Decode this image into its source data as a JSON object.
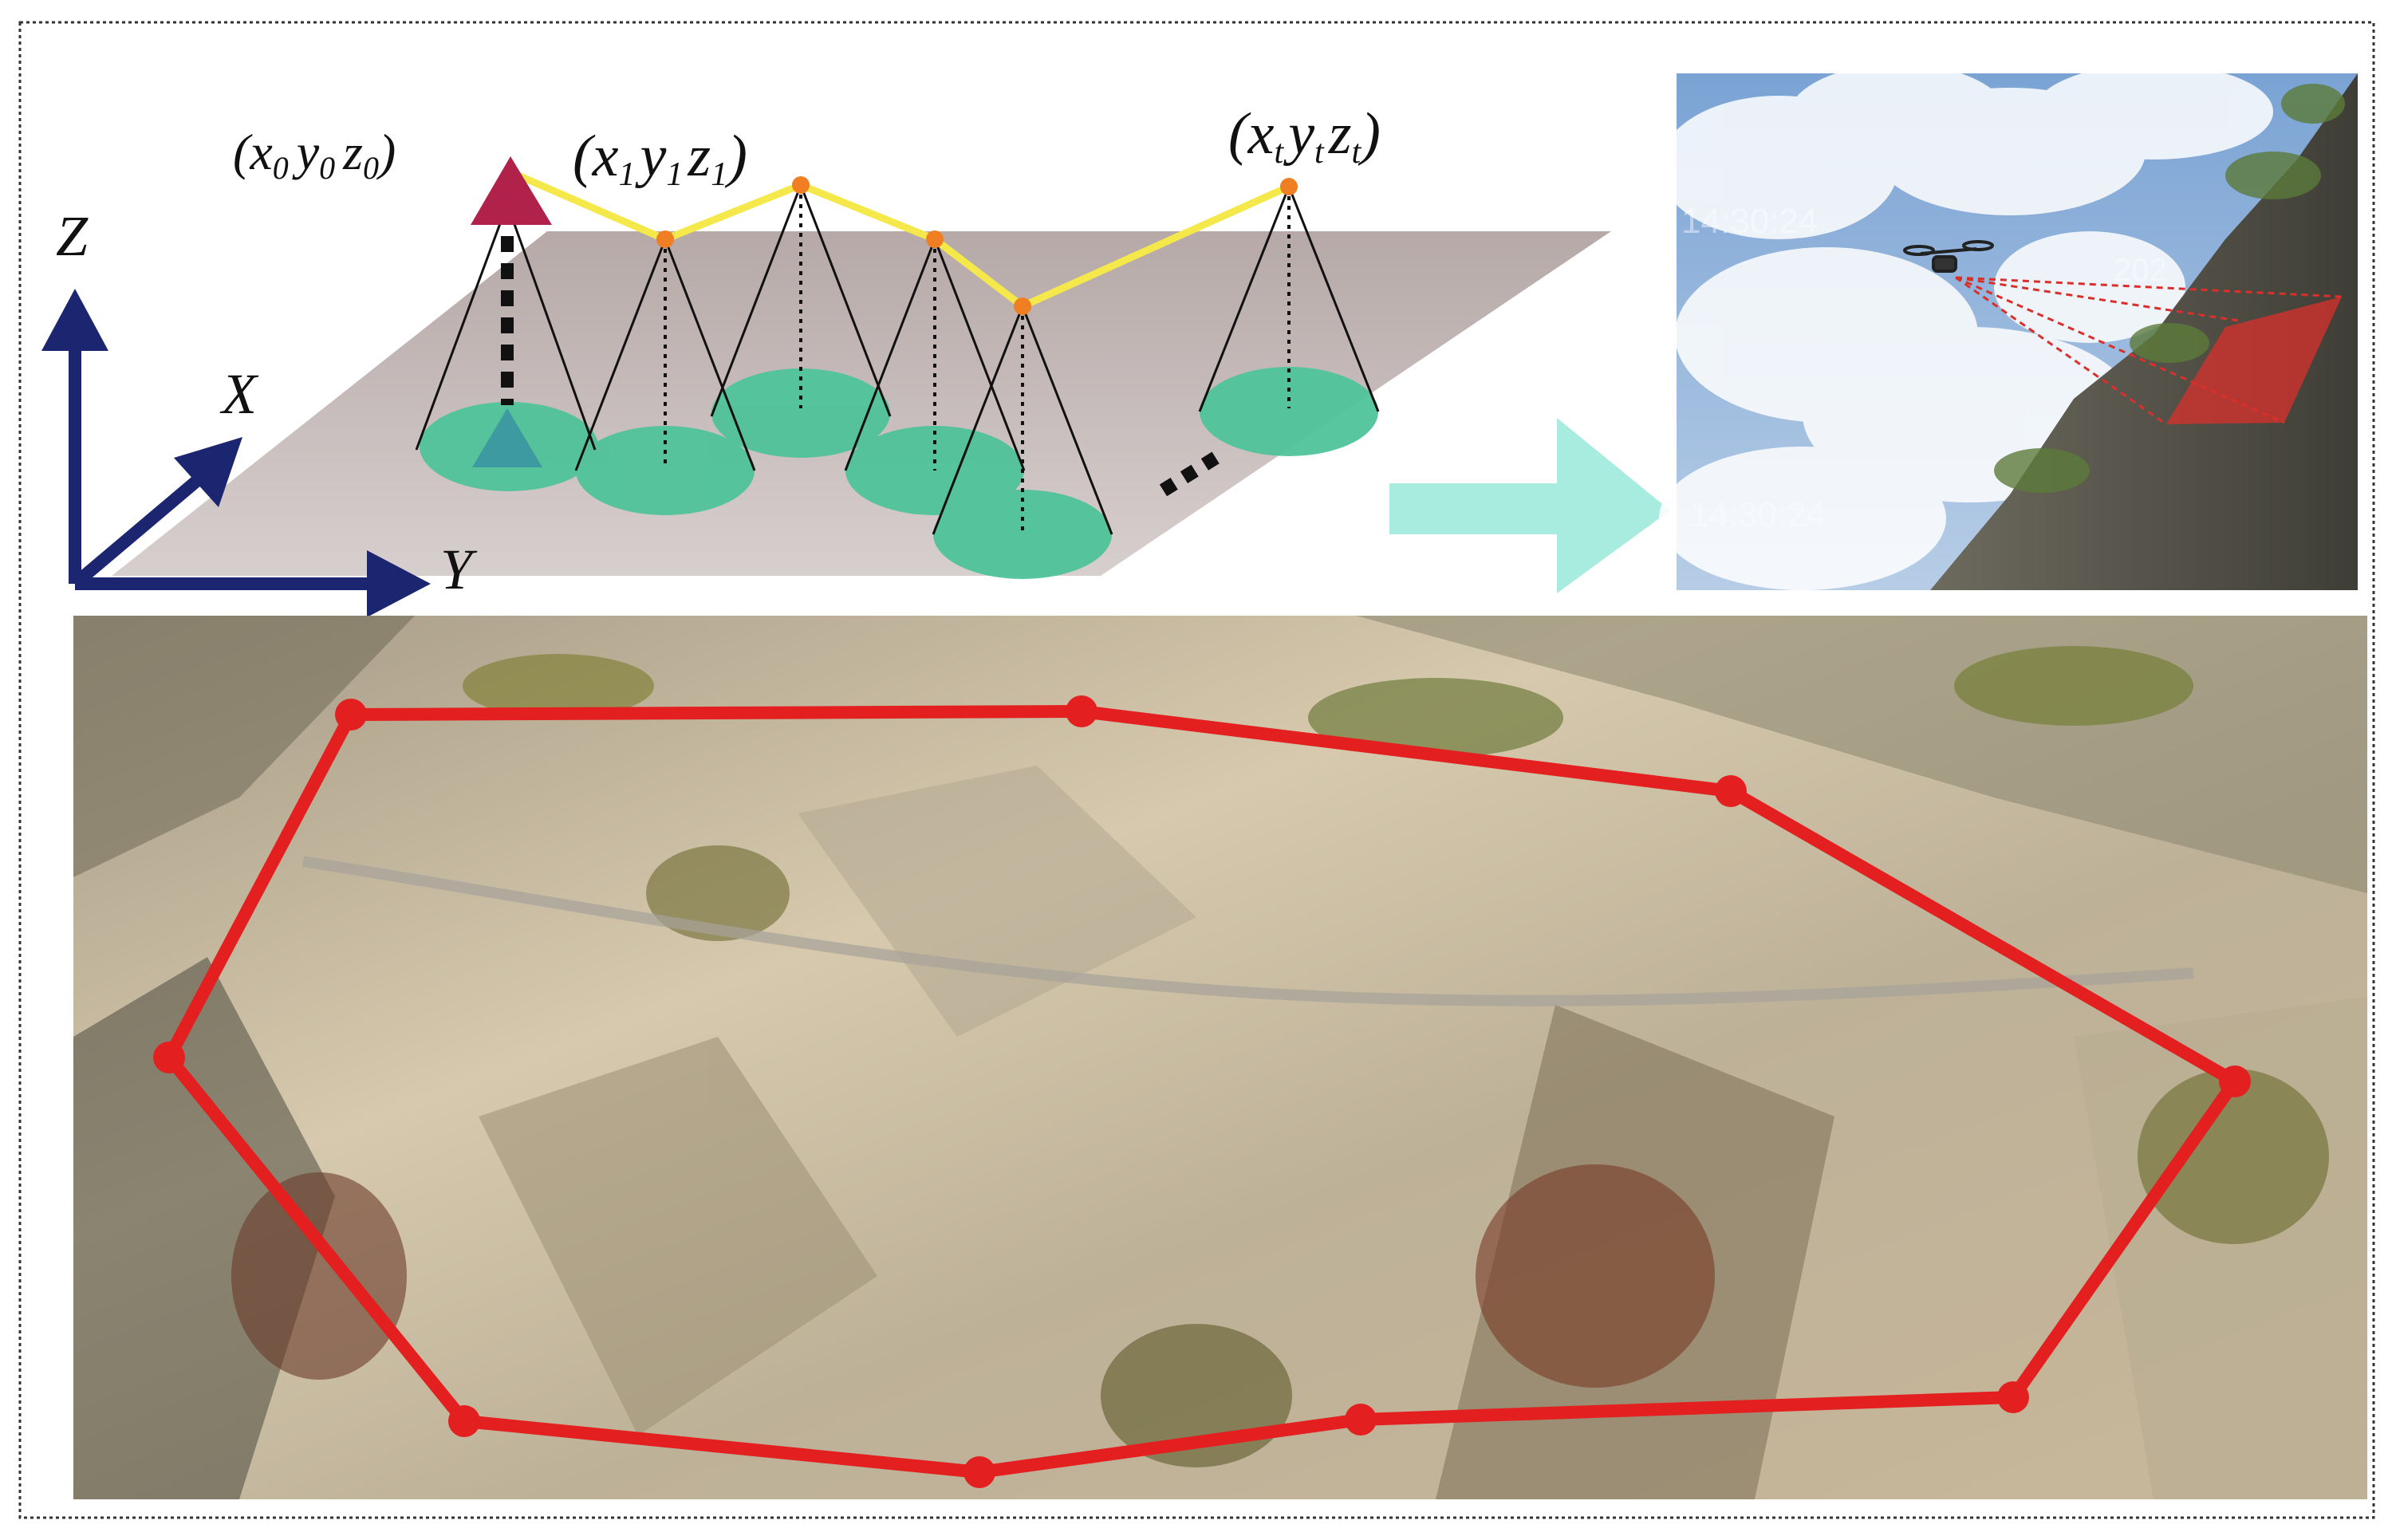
{
  "diagram": {
    "axes": {
      "z_label": "Z",
      "x_label": "X",
      "y_label": "Y"
    },
    "coordinate_labels": {
      "start": {
        "x": "x",
        "y": "y",
        "z": "z",
        "sub": "0"
      },
      "first": {
        "x": "x",
        "y": "y",
        "z": "z",
        "sub": "1"
      },
      "last": {
        "x": "x",
        "y": "y",
        "z": "z",
        "sub": "t"
      }
    },
    "ellipsis": "…",
    "colors": {
      "flight_path": "#f5e84a",
      "waypoint": "#ef7f22",
      "start_marker": "#b0224a",
      "footprint": "#4fc39a",
      "ground_plane": "#b9acab",
      "axis": "#1c2570",
      "arrow": "#a8ece0",
      "boundary": "#e3201f"
    }
  },
  "photos": {
    "drone_watermark_1": "14:30:24",
    "drone_watermark_2": "202",
    "drone_watermark_3": "14:30:24"
  }
}
